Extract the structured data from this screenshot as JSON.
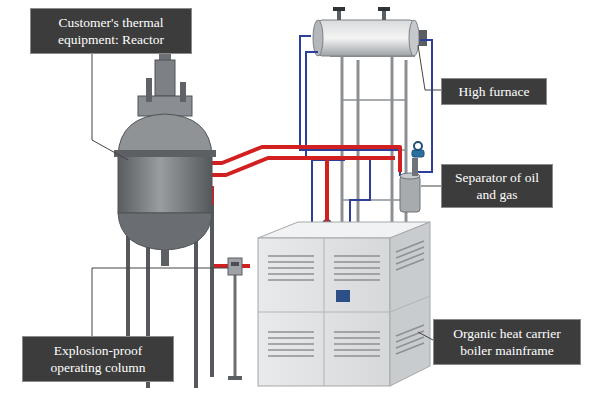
{
  "diagram": {
    "nodes": [
      {
        "text": [
          "Customer's thermal equipment: Reactor"
        ]
      },
      {
        "text": [
          "High furnace"
        ]
      },
      {
        "text": [
          "Separator of oil and gas"
        ]
      },
      {
        "text": [
          "Explosion-proof operating column"
        ]
      },
      {
        "text": [
          "Organic heat carrier boiler mainframe"
        ]
      }
    ]
  }
}
